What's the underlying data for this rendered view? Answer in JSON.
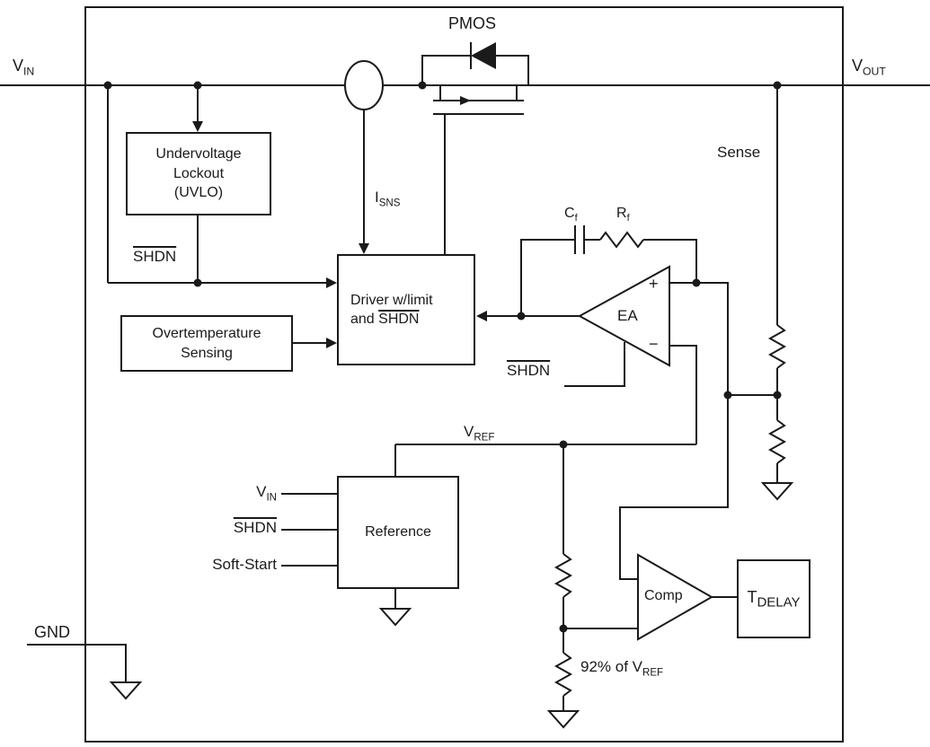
{
  "colors": {
    "ink": "#1a1a1a",
    "background": "#ffffff"
  },
  "labels": {
    "vin_main": "V",
    "vin_sub": "IN",
    "vout_main": "V",
    "vout_sub": "OUT",
    "gnd": "GND",
    "pmos": "PMOS",
    "isns_main": "I",
    "isns_sub": "SNS",
    "sense": "Sense",
    "vref_main": "V",
    "vref_sub": "REF",
    "shdn_uvlo": "SHDN",
    "shdn_ea": "SHDN",
    "cf_main": "C",
    "cf_sub": "f",
    "rf_main": "R",
    "rf_sub": "f",
    "pct_prefix": "92% of ",
    "pct_main": "V",
    "pct_sub": "REF"
  },
  "blocks": {
    "uvlo": {
      "line1": "Undervoltage",
      "line2": "Lockout",
      "line3": "(UVLO)"
    },
    "overtemp": {
      "line1": "Overtemperature",
      "line2": "Sensing"
    },
    "driver": {
      "line1": "Driver w/limit",
      "line2_prefix": "and ",
      "line2_shdn": "SHDN"
    },
    "reference": {
      "title": "Reference"
    },
    "tdelay": {
      "main": "T",
      "sub": "DELAY"
    },
    "ea": {
      "label": "EA",
      "plus": "+",
      "minus": "−"
    },
    "comp": {
      "label": "Comp"
    }
  },
  "reference_inputs": {
    "vin_main": "V",
    "vin_sub": "IN",
    "shdn": "SHDN",
    "soft_start": "Soft-Start"
  }
}
